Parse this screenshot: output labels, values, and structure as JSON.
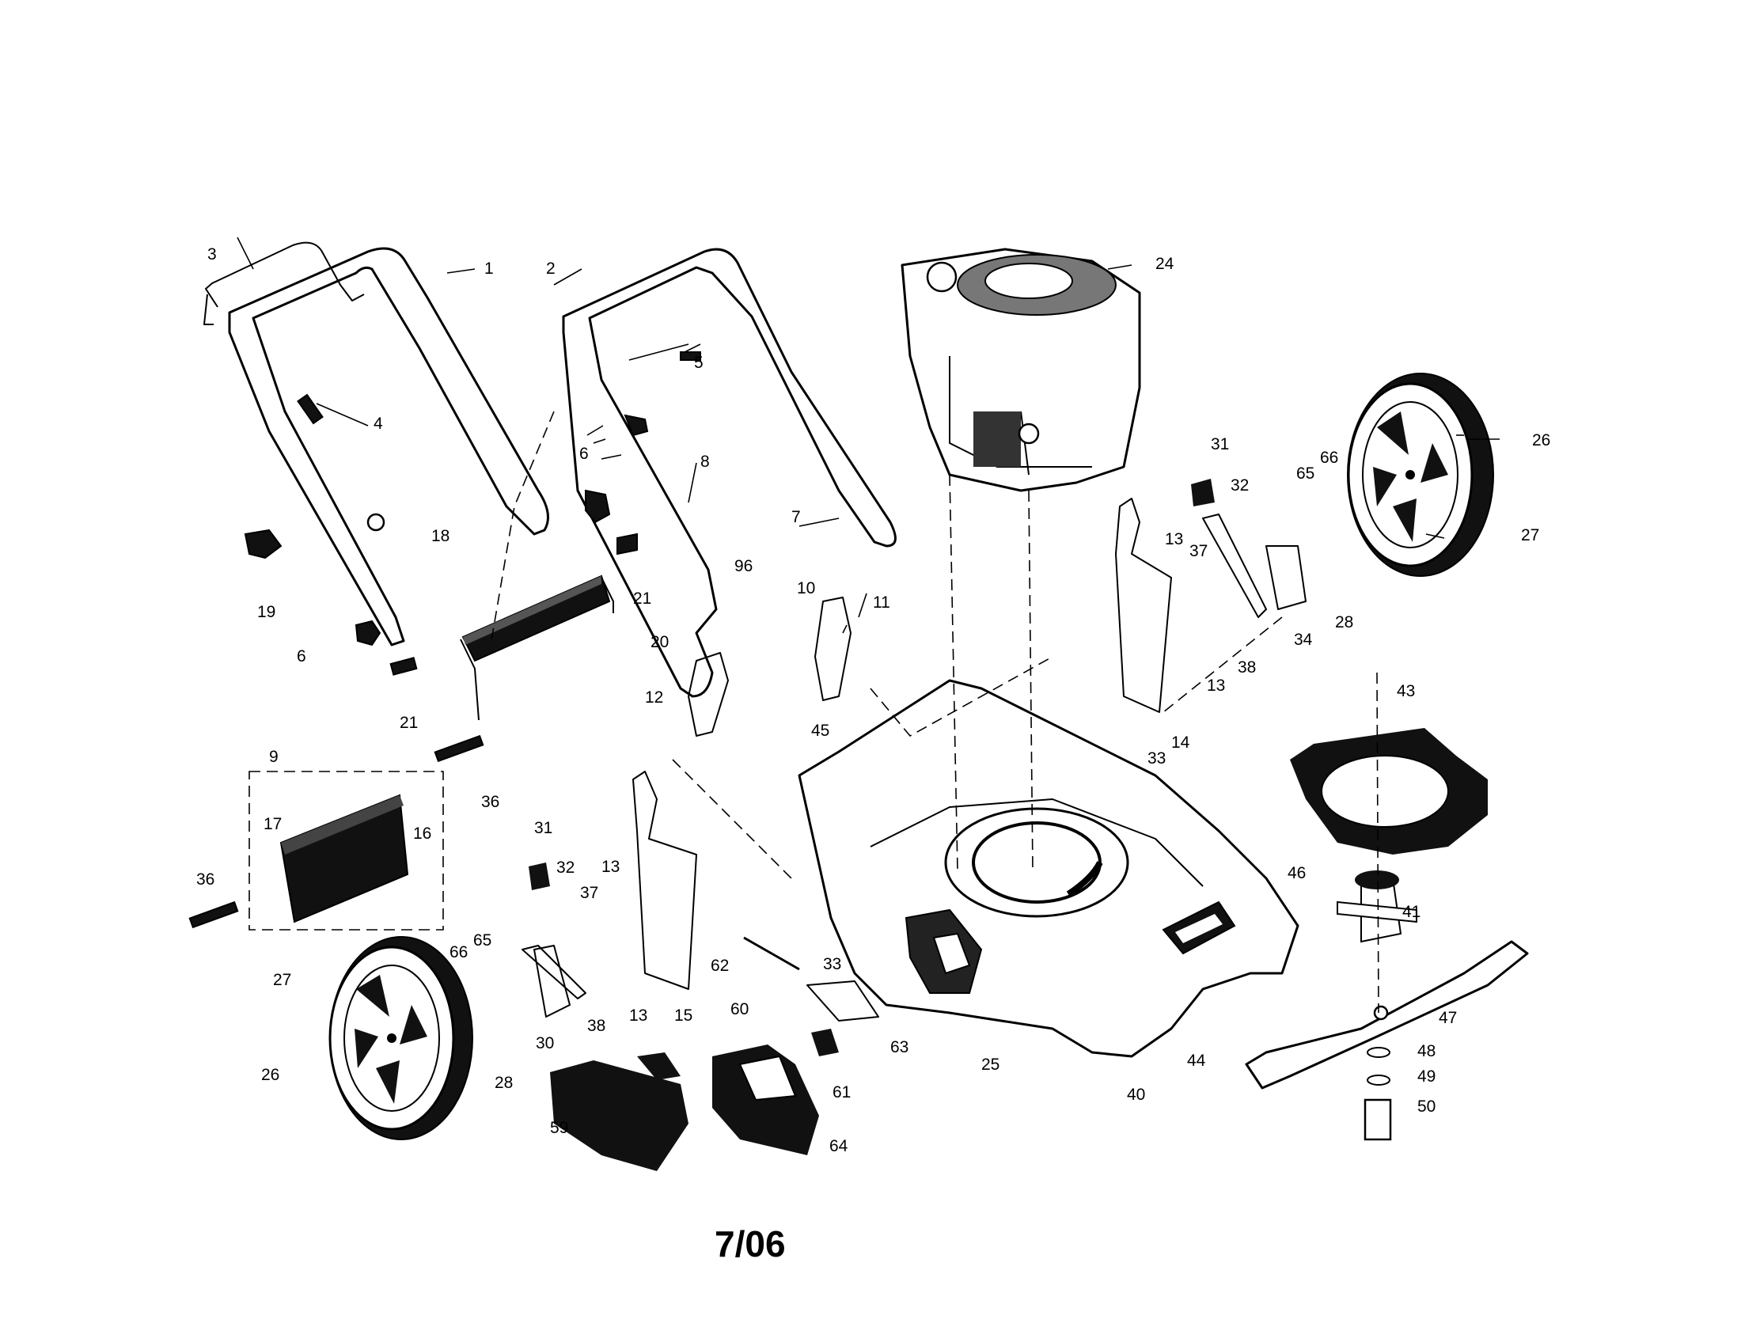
{
  "diagram": {
    "date_code": "7/06",
    "callouts": [
      {
        "label": "1"
      },
      {
        "label": "2"
      },
      {
        "label": "3"
      },
      {
        "label": "4"
      },
      {
        "label": "5"
      },
      {
        "label": "6"
      },
      {
        "label": "6"
      },
      {
        "label": "7"
      },
      {
        "label": "8"
      },
      {
        "label": "9"
      },
      {
        "label": "10"
      },
      {
        "label": "11"
      },
      {
        "label": "12"
      },
      {
        "label": "13"
      },
      {
        "label": "13"
      },
      {
        "label": "13"
      },
      {
        "label": "13"
      },
      {
        "label": "14"
      },
      {
        "label": "15"
      },
      {
        "label": "16"
      },
      {
        "label": "17"
      },
      {
        "label": "18"
      },
      {
        "label": "19"
      },
      {
        "label": "20"
      },
      {
        "label": "21"
      },
      {
        "label": "21"
      },
      {
        "label": "24"
      },
      {
        "label": "25"
      },
      {
        "label": "26"
      },
      {
        "label": "26"
      },
      {
        "label": "27"
      },
      {
        "label": "27"
      },
      {
        "label": "28"
      },
      {
        "label": "28"
      },
      {
        "label": "30"
      },
      {
        "label": "31"
      },
      {
        "label": "31"
      },
      {
        "label": "32"
      },
      {
        "label": "32"
      },
      {
        "label": "33"
      },
      {
        "label": "33"
      },
      {
        "label": "34"
      },
      {
        "label": "36"
      },
      {
        "label": "36"
      },
      {
        "label": "37"
      },
      {
        "label": "37"
      },
      {
        "label": "38"
      },
      {
        "label": "38"
      },
      {
        "label": "40"
      },
      {
        "label": "41"
      },
      {
        "label": "43"
      },
      {
        "label": "44"
      },
      {
        "label": "45"
      },
      {
        "label": "46"
      },
      {
        "label": "47"
      },
      {
        "label": "48"
      },
      {
        "label": "49"
      },
      {
        "label": "50"
      },
      {
        "label": "59"
      },
      {
        "label": "60"
      },
      {
        "label": "61"
      },
      {
        "label": "62"
      },
      {
        "label": "63"
      },
      {
        "label": "64"
      },
      {
        "label": "65"
      },
      {
        "label": "65"
      },
      {
        "label": "66"
      },
      {
        "label": "66"
      },
      {
        "label": "96"
      }
    ]
  }
}
